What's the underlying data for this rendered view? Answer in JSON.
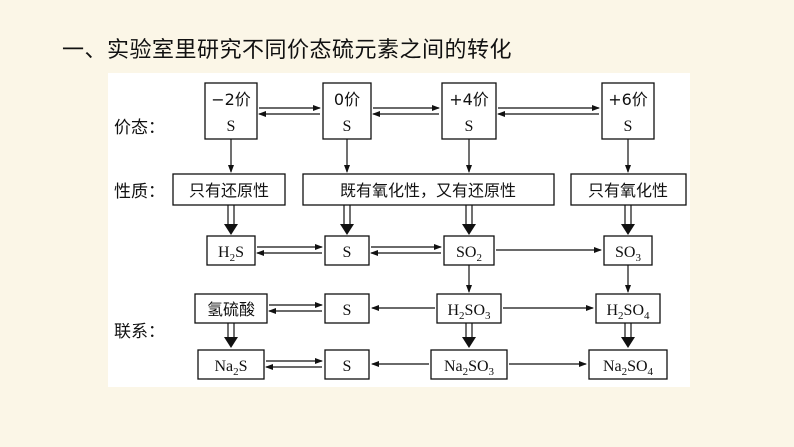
{
  "title": "一、实验室里研究不同价态硫元素之间的转化",
  "row_labels": {
    "valence": "价态：",
    "property": "性质：",
    "relation": "联系："
  },
  "valence": [
    {
      "value": "−2价",
      "element": "S"
    },
    {
      "value": "0价",
      "element": "S"
    },
    {
      "value": "+4价",
      "element": "S"
    },
    {
      "value": "+6价",
      "element": "S"
    }
  ],
  "properties": [
    "只有还原性",
    "既有氧化性，又有还原性",
    "只有氧化性"
  ],
  "row3": {
    "h2s": "H",
    "s": "S",
    "so2": "SO",
    "so3": "SO"
  },
  "row4": {
    "acid": "氢硫酸",
    "s": "S",
    "h2so3": "H",
    "h2so4": "H"
  },
  "row5": {
    "na2s": "Na",
    "s": "S",
    "na2so3": "Na",
    "na2so4": "Na"
  },
  "parts": {
    "two": "2",
    "three": "3",
    "four": "4",
    "S": "S",
    "SO": "SO"
  },
  "colors": {
    "background": "#fbf6e7",
    "panel": "#ffffff",
    "stroke": "#111111"
  }
}
